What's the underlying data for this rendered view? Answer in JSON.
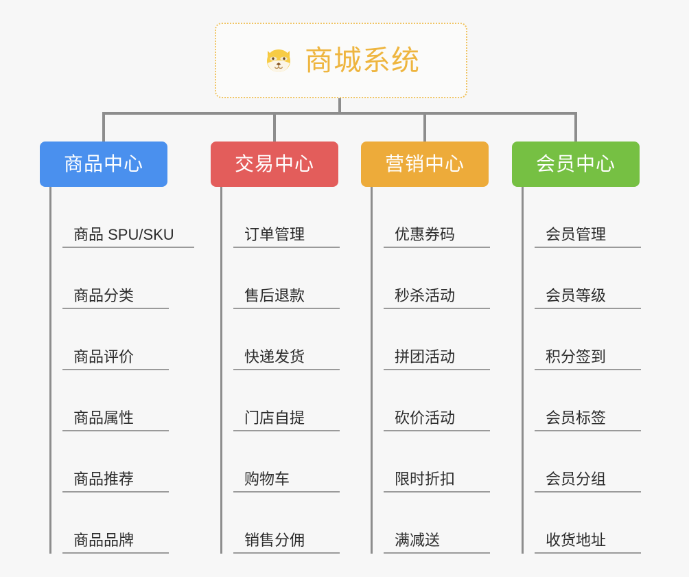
{
  "background_color": "#f7f7f7",
  "root": {
    "icon": "shiba-dog-face-icon",
    "title": "商城系统",
    "title_color": "#eeb53f",
    "border_color": "#f0c462"
  },
  "connector_color": "#8d8d8d",
  "columns": [
    {
      "id": "product-center",
      "label": "商品中心",
      "color": "#4a90ee",
      "items": [
        "商品 SPU/SKU",
        "商品分类",
        "商品评价",
        "商品属性",
        "商品推荐",
        "商品品牌"
      ]
    },
    {
      "id": "trade-center",
      "label": "交易中心",
      "color": "#e35d5b",
      "items": [
        "订单管理",
        "售后退款",
        "快递发货",
        "门店自提",
        "购物车",
        "销售分佣"
      ]
    },
    {
      "id": "marketing-center",
      "label": "营销中心",
      "color": "#edab3a",
      "items": [
        "优惠券码",
        "秒杀活动",
        "拼团活动",
        "砍价活动",
        "限时折扣",
        "满减送"
      ]
    },
    {
      "id": "member-center",
      "label": "会员中心",
      "color": "#76c043",
      "items": [
        "会员管理",
        "会员等级",
        "积分签到",
        "会员标签",
        "会员分组",
        "收货地址"
      ]
    }
  ]
}
